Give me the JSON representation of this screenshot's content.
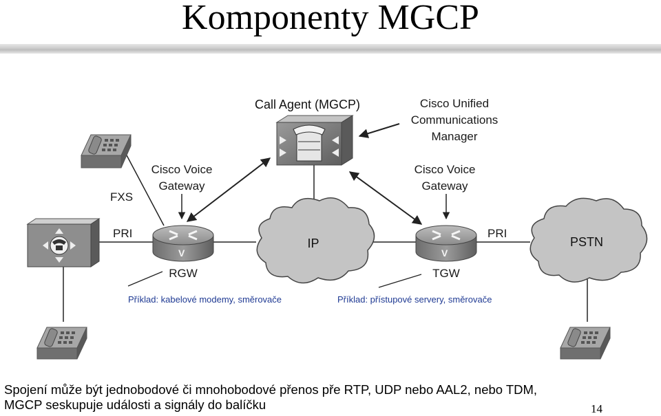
{
  "title": "Komponenty MGCP",
  "diagram": {
    "call_agent_label": "Call Agent (MGCP)",
    "cucm_label_lines": [
      "Cisco Unified",
      "Communications",
      "Manager"
    ],
    "left_gateway_label_lines": [
      "Cisco Voice",
      "Gateway"
    ],
    "right_gateway_label_lines": [
      "Cisco Voice",
      "Gateway"
    ],
    "fxs_label": "FXS",
    "pri_left_label": "PRI",
    "pri_right_label": "PRI",
    "rgw_label": "RGW",
    "tgw_label": "TGW",
    "router_symbol": "V",
    "ip_cloud_label": "IP",
    "pstn_cloud_label": "PSTN",
    "rgw_example": "Příklad: kabelové modemy, směrovače",
    "tgw_example": "Příklad: přístupové servery, směrovače"
  },
  "footer": {
    "line1": "Spojení může být jednobodové či mnohobodové přenos pře RTP, UDP nebo AAL2, nebo TDM,",
    "line2": "MGCP seskupuje události a signály do balíčku"
  },
  "page_number": "14",
  "colors": {
    "device_dark": "#6e6e6e",
    "device_light": "#a9a9a9",
    "caption": "#1f3a93"
  },
  "icons": [
    "phone-icon",
    "pbx-icon",
    "call-agent-icon",
    "router-icon",
    "cloud-icon",
    "arrow-icon"
  ]
}
